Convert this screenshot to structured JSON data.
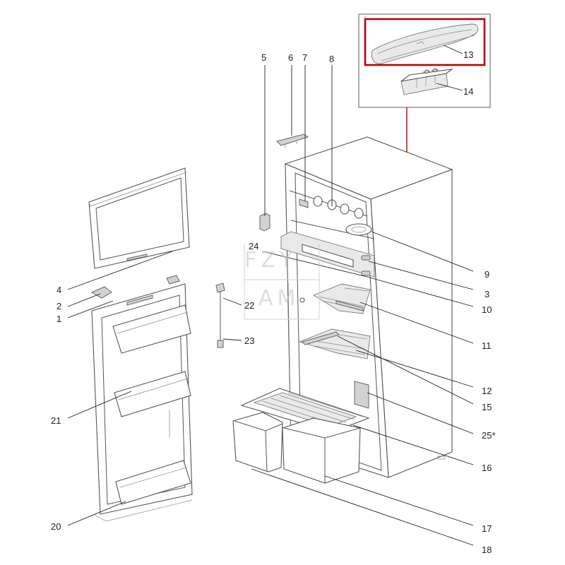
{
  "watermark": {
    "top": "FZY",
    "bottom": "AM"
  },
  "callouts": [
    {
      "key": "1",
      "text": "1"
    },
    {
      "key": "2",
      "text": "2"
    },
    {
      "key": "3",
      "text": "3"
    },
    {
      "key": "4",
      "text": "4"
    },
    {
      "key": "5",
      "text": "5"
    },
    {
      "key": "6",
      "text": "6"
    },
    {
      "key": "7",
      "text": "7"
    },
    {
      "key": "8",
      "text": "8"
    },
    {
      "key": "9",
      "text": "9"
    },
    {
      "key": "10",
      "text": "10"
    },
    {
      "key": "11",
      "text": "11"
    },
    {
      "key": "12",
      "text": "12"
    },
    {
      "key": "13",
      "text": "13"
    },
    {
      "key": "14",
      "text": "14"
    },
    {
      "key": "15",
      "text": "15"
    },
    {
      "key": "16",
      "text": "16"
    },
    {
      "key": "17",
      "text": "17"
    },
    {
      "key": "18",
      "text": "18"
    },
    {
      "key": "20",
      "text": "20"
    },
    {
      "key": "21",
      "text": "21"
    },
    {
      "key": "22",
      "text": "22"
    },
    {
      "key": "23",
      "text": "23"
    },
    {
      "key": "24",
      "text": "24"
    },
    {
      "key": "25",
      "text": "25*"
    }
  ],
  "highlight": {
    "color": "#c00000",
    "selected_part": "13"
  }
}
